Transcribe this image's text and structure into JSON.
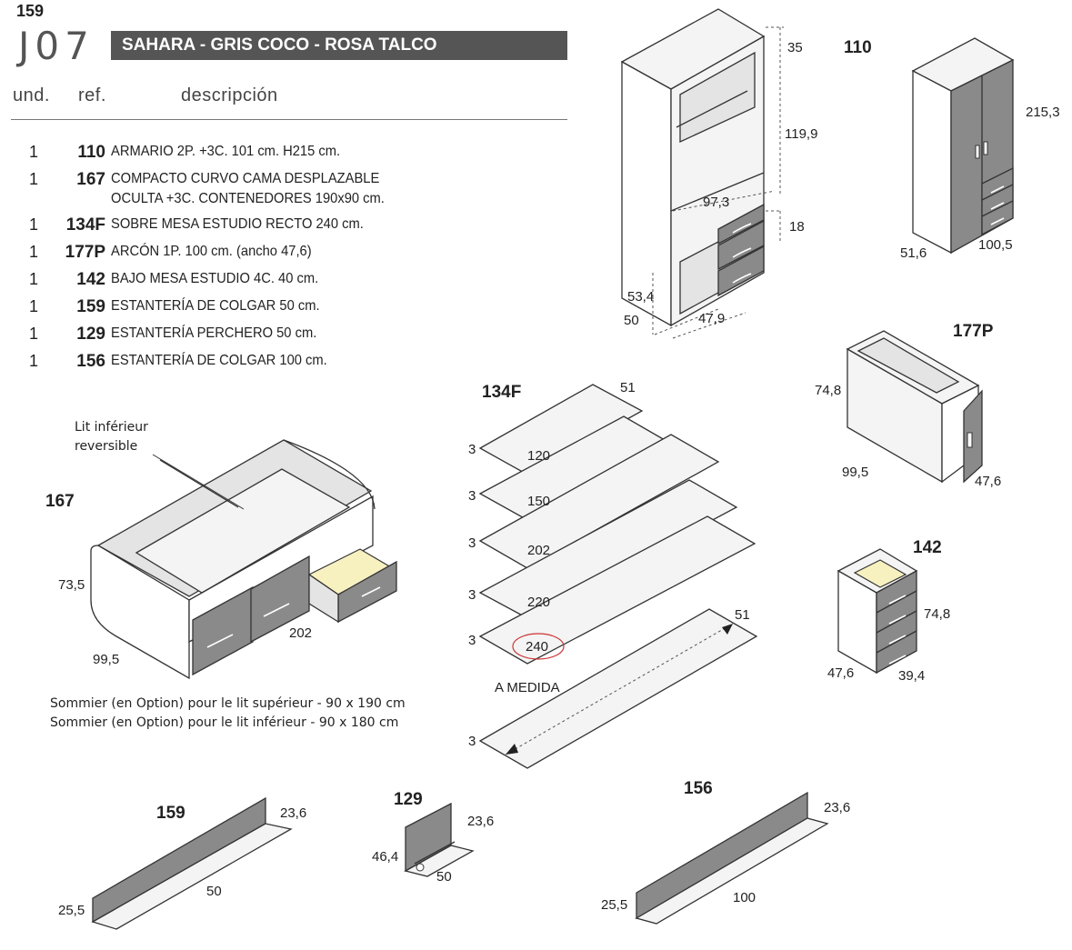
{
  "page_number": "159",
  "model_code": "J07",
  "title": "SAHARA - GRIS COCO - ROSA TALCO",
  "table": {
    "headers": {
      "und": "und.",
      "ref": "ref.",
      "desc": "descripción"
    },
    "rows": [
      {
        "und": "1",
        "ref": "110",
        "desc": "ARMARIO 2P. +3C. 101 cm. H215 cm."
      },
      {
        "und": "1",
        "ref": "167",
        "desc": "COMPACTO CURVO CAMA DESPLAZABLE",
        "desc2": "OCULTA +3C. CONTENEDORES 190x90 cm."
      },
      {
        "und": "1",
        "ref": "134F",
        "desc": "SOBRE MESA ESTUDIO RECTO 240 cm."
      },
      {
        "und": "1",
        "ref": "177P",
        "desc": "ARCÓN 1P. 100 cm. (ancho 47,6)"
      },
      {
        "und": "1",
        "ref": "142",
        "desc": "BAJO MESA ESTUDIO 4C. 40 cm."
      },
      {
        "und": "1",
        "ref": "159",
        "desc": "ESTANTERÍA DE COLGAR 50 cm."
      },
      {
        "und": "1",
        "ref": "129",
        "desc": "ESTANTERÍA PERCHERO 50 cm."
      },
      {
        "und": "1",
        "ref": "156",
        "desc": "ESTANTERÍA DE COLGAR 100 cm."
      }
    ]
  },
  "wardrobe_detail": {
    "d35": "35",
    "d119": "119,9",
    "d97": "97,3",
    "d18": "18",
    "d53": "53,4",
    "d50": "50",
    "d47": "47,9"
  },
  "item110": {
    "code": "110",
    "height": "215,3",
    "depth": "51,6",
    "width": "100,5"
  },
  "item177p": {
    "code": "177P",
    "height": "74,8",
    "width": "99,5",
    "depth": "47,6"
  },
  "item142": {
    "code": "142",
    "height": "74,8",
    "depth": "47,6",
    "width": "39,4"
  },
  "item167": {
    "code": "167",
    "height": "73,5",
    "depth": "99,5",
    "width": "202",
    "note_line1": "Lit inférieur",
    "note_line2": "reversible",
    "sommier1": "Sommier (en Option) pour le lit supérieur - 90 x 190 cm",
    "sommier2": "Sommier (en Option) pour le lit inférieur - 90 x 180 cm"
  },
  "item134f": {
    "code": "134F",
    "depth": "51",
    "thick": "3",
    "lengths": [
      "120",
      "150",
      "202",
      "220",
      "240"
    ],
    "custom_label": "A MEDIDA",
    "custom_depth": "51"
  },
  "item159": {
    "code": "159",
    "height": "23,6",
    "depth": "25,5",
    "width": "50"
  },
  "item129": {
    "code": "129",
    "height": "23,6",
    "hang": "46,4",
    "width": "50"
  },
  "item156": {
    "code": "156",
    "height": "23,6",
    "depth": "25,5",
    "width": "100"
  },
  "colors": {
    "grey_dark": "#8a8a8a",
    "grey_light": "#e6e6e6",
    "panel": "#f2f2f2",
    "pink": "#f7f1c0",
    "title_bg": "#555555",
    "highlight": "#cc3333"
  }
}
